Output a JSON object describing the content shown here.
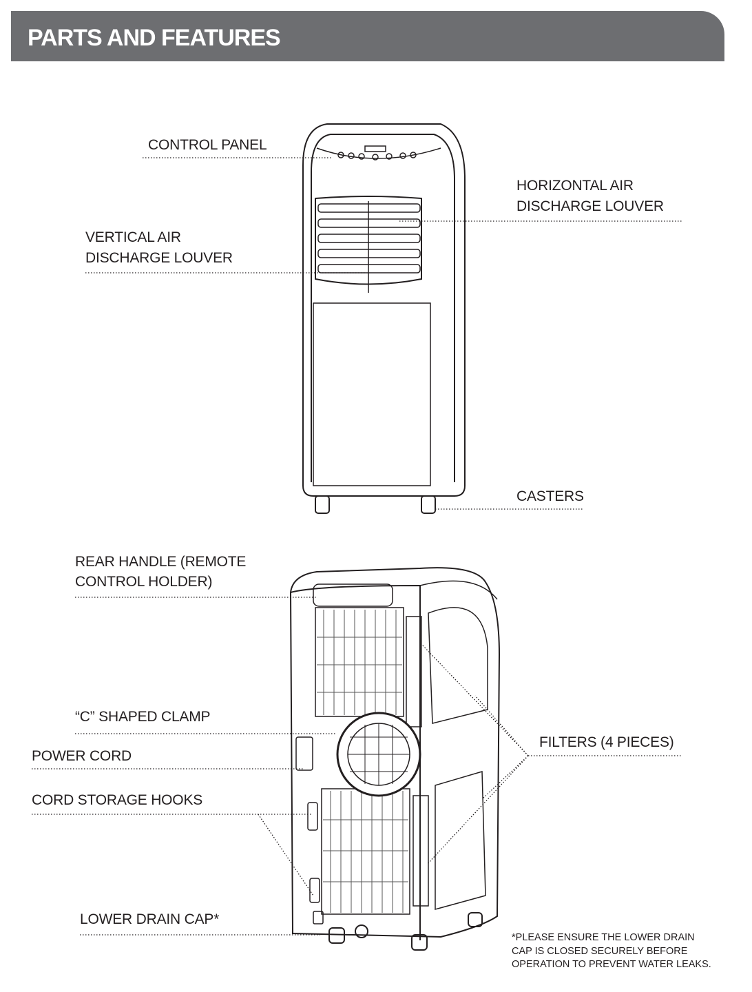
{
  "header": {
    "title": "PARTS AND FEATURES"
  },
  "labels": {
    "control_panel": "CONTROL PANEL",
    "horizontal_louver": [
      "HORIZONTAL AIR",
      "DISCHARGE LOUVER"
    ],
    "vertical_louver": [
      "VERTICAL AIR",
      "DISCHARGE LOUVER"
    ],
    "casters": "CASTERS",
    "rear_handle": [
      "REAR HANDLE (REMOTE",
      "CONTROL HOLDER)"
    ],
    "c_clamp": "“C” SHAPED CLAMP",
    "power_cord": "POWER CORD",
    "cord_hooks": "CORD STORAGE HOOKS",
    "filters": "FILTERS (4 PIECES)",
    "drain_cap": "LOWER DRAIN CAP*"
  },
  "note": [
    "*PLEASE ENSURE THE LOWER DRAIN",
    "CAP IS CLOSED SECURELY BEFORE",
    "OPERATION TO PREVENT WATER LEAKS."
  ],
  "colors": {
    "header_bg": "#6d6e71",
    "text": "#231f20"
  }
}
